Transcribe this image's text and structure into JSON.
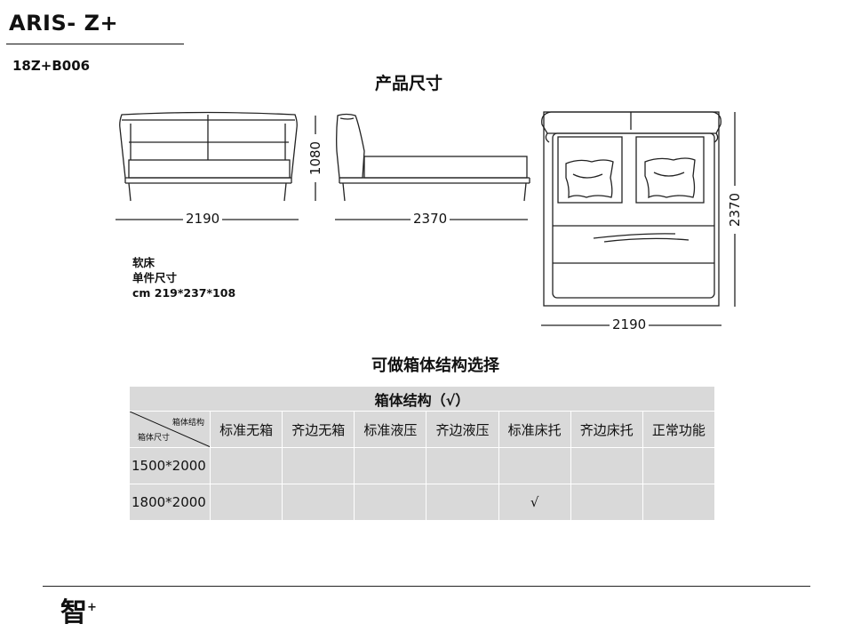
{
  "header": {
    "model_name": "ARIS- Z+",
    "model_code": "18Z+B006"
  },
  "dimensions": {
    "heading": "产品尺寸",
    "front_width": "2190",
    "height": "1080",
    "side_length": "2370",
    "top_length": "2370",
    "top_width": "2190"
  },
  "spec": {
    "type": "软床",
    "label": "单件尺寸",
    "size": "cm 219*237*108"
  },
  "options": {
    "heading": "可做箱体结构选择",
    "table_title": "箱体结构（√）",
    "corner_top": "箱体结构",
    "corner_bottom": "箱体尺寸",
    "columns": [
      "标准无箱",
      "齐边无箱",
      "标准液压",
      "齐边液压",
      "标准床托",
      "齐边床托",
      "正常功能"
    ],
    "rows": [
      {
        "size": "1500*2000",
        "marks": [
          "",
          "",
          "",
          "",
          "",
          "",
          ""
        ]
      },
      {
        "size": "1800*2000",
        "marks": [
          "",
          "",
          "",
          "",
          "√",
          "",
          ""
        ]
      }
    ]
  },
  "footer": {
    "logo_char": "智",
    "logo_sup": "+"
  }
}
